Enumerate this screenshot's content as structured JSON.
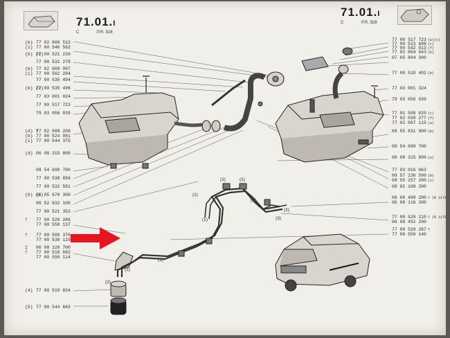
{
  "header_left": {
    "number": "71.01.",
    "suffix": "I",
    "sub_left": "C",
    "sub_right": "P.R. 928"
  },
  "header_right": {
    "number": "71.01.",
    "suffix": "I",
    "sub_left": "C",
    "sub_right": "P.R. 928"
  },
  "left_labels": [
    {
      "mark": "(b)",
      "code": "77 02 008 512"
    },
    {
      "mark": "(i)",
      "code": "77 00 546 562"
    },
    {
      "mark": "(b) (i)",
      "code": "77 00 521 230"
    },
    {
      "mark": "",
      "code": "77 00 532 278"
    },
    {
      "mark": "(b)",
      "code": "77 02 008 097"
    },
    {
      "mark": "(i)",
      "code": "77 00 562 284"
    },
    {
      "mark": "",
      "code": "77 00 535 494"
    },
    {
      "mark": "(b) (i)",
      "code": "77 00 535 496"
    },
    {
      "mark": "",
      "code": "77 03 001 024"
    },
    {
      "mark": "",
      "code": "77 00 517 723"
    },
    {
      "mark": "",
      "code": "79 03 056 039"
    },
    {
      "mark": "(d) †",
      "code": "77 02 008 206"
    },
    {
      "mark": "(b)",
      "code": "77 00 524 081"
    },
    {
      "mark": "(i)",
      "code": "77 00 544 375"
    },
    {
      "mark": "(d)",
      "code": "06 08 315 800"
    },
    {
      "mark": "",
      "code": "08 54 690 700"
    },
    {
      "mark": "",
      "code": "77 00 538 856"
    },
    {
      "mark": "",
      "code": "77 00 532 581"
    },
    {
      "mark": "(b) (i)",
      "code": "06 05 670 300"
    },
    {
      "mark": "",
      "code": "06 52 632 100"
    },
    {
      "mark": "",
      "code": "77 00 521 352"
    },
    {
      "mark": "†",
      "code": "77 00 520 286"
    },
    {
      "mark": "",
      "code": "77 00 550 137"
    },
    {
      "mark": "†",
      "code": "77 00 500 376"
    },
    {
      "mark": "",
      "code": "77 00 538 129"
    },
    {
      "mark": "‡",
      "code": "06 08 120 700"
    },
    {
      "mark": "†",
      "code": "77 00 518 682"
    },
    {
      "mark": "",
      "code": "77 00 550 114"
    },
    {
      "mark": "(4)",
      "code": "77 00 519 834"
    },
    {
      "mark": "(5)",
      "code": "77 00 544 683"
    }
  ],
  "right_labels": [
    {
      "code": "77 00 517 723",
      "mark": "(a)(c)"
    },
    {
      "code": "77 00 523 688",
      "mark": "(c)"
    },
    {
      "code": "77 00 542 013",
      "mark": "(f)"
    },
    {
      "code": "77 02 004 943",
      "mark": "(b)"
    },
    {
      "code": "07 05 804 300",
      "mark": ""
    },
    {
      "code": "77 00 510 402",
      "mark": "(b)"
    },
    {
      "code": "77 03 001 324",
      "mark": ""
    },
    {
      "code": "79 03 056 039",
      "mark": ""
    },
    {
      "code": "77 01 500 020",
      "mark": "(c)"
    },
    {
      "code": "77 02 039 277",
      "mark": "(f)"
    },
    {
      "code": "77 02 007 115",
      "mark": "(a)"
    },
    {
      "code": "08 55 831 900",
      "mark": "(b)"
    },
    {
      "code": "08 54 690 700",
      "mark": ""
    },
    {
      "code": "06 08 315 800",
      "mark": "(e)"
    },
    {
      "code": "77 03 016 063",
      "mark": ""
    },
    {
      "code": "08 57 136 500",
      "mark": "(b)"
    },
    {
      "code": "08 55 257 200",
      "mark": "(i)"
    },
    {
      "code": "08 02 108 200",
      "mark": ""
    },
    {
      "code": "06 08 499 200",
      "mark": "† (R 1170/20)"
    },
    {
      "code": "06 08 116 200",
      "mark": ""
    },
    {
      "code": "77 00 520 210",
      "mark": "† (R 1170/20)"
    },
    {
      "code": "06 08 452 200",
      "mark": ""
    },
    {
      "code": "77 00 520 287",
      "mark": "†"
    },
    {
      "code": "77 00 550 140",
      "mark": ""
    }
  ],
  "callouts": [
    "(1)",
    "(1)",
    "(1)",
    "(1)",
    "(1)",
    "(2)",
    "(2)",
    "(3)",
    "(1)",
    "(1)"
  ],
  "colors": {
    "paper": "#f1efe9",
    "ink": "#2b2b2b",
    "arrow": "#e8141e",
    "background": "#5c5854"
  }
}
